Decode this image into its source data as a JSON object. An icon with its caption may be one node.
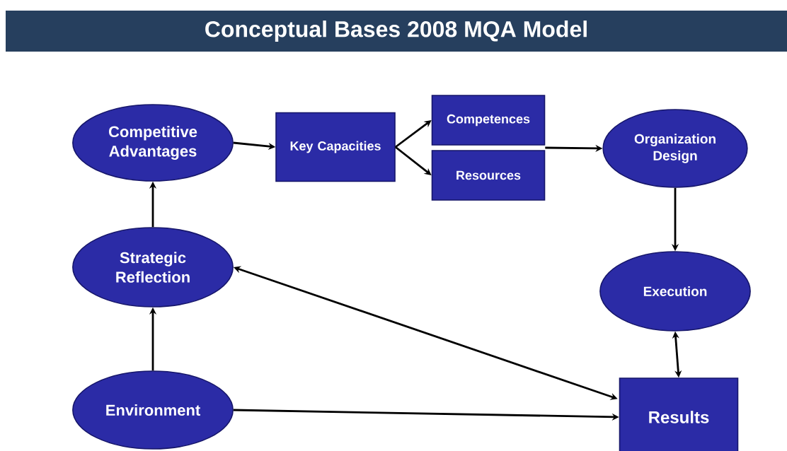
{
  "diagram": {
    "title": "Conceptual Bases 2008 MQA Model",
    "nodes": [
      {
        "text": [
          "Competitive Advantages"
        ]
      },
      {
        "text": [
          "Key Capacities"
        ]
      },
      {
        "text": [
          "Competences"
        ]
      },
      {
        "text": [
          "Resources"
        ]
      },
      {
        "text": [
          "Organization Design"
        ]
      },
      {
        "text": [
          "Strategic Reflection"
        ]
      },
      {
        "text": [
          "Execution"
        ]
      },
      {
        "text": [
          "Environment"
        ]
      },
      {
        "text": [
          "Results"
        ]
      }
    ],
    "edges": [
      {
        "from": 0,
        "to": 1,
        "arrow": "to"
      },
      {
        "from": 1,
        "to": 2,
        "arrow": "to"
      },
      {
        "from": 1,
        "to": 3,
        "arrow": "to"
      },
      {
        "from": 2,
        "to": 4,
        "arrow": "to"
      },
      {
        "from": 3,
        "to": 4,
        "arrow": "to"
      },
      {
        "from": 4,
        "to": 6,
        "arrow": "to"
      },
      {
        "from": 6,
        "to": 8,
        "arrow": "both"
      },
      {
        "from": 5,
        "to": 8,
        "arrow": "both"
      },
      {
        "from": 7,
        "to": 8,
        "arrow": "to"
      },
      {
        "from": 7,
        "to": 5,
        "arrow": "to"
      },
      {
        "from": 5,
        "to": 0,
        "arrow": "to"
      }
    ]
  }
}
